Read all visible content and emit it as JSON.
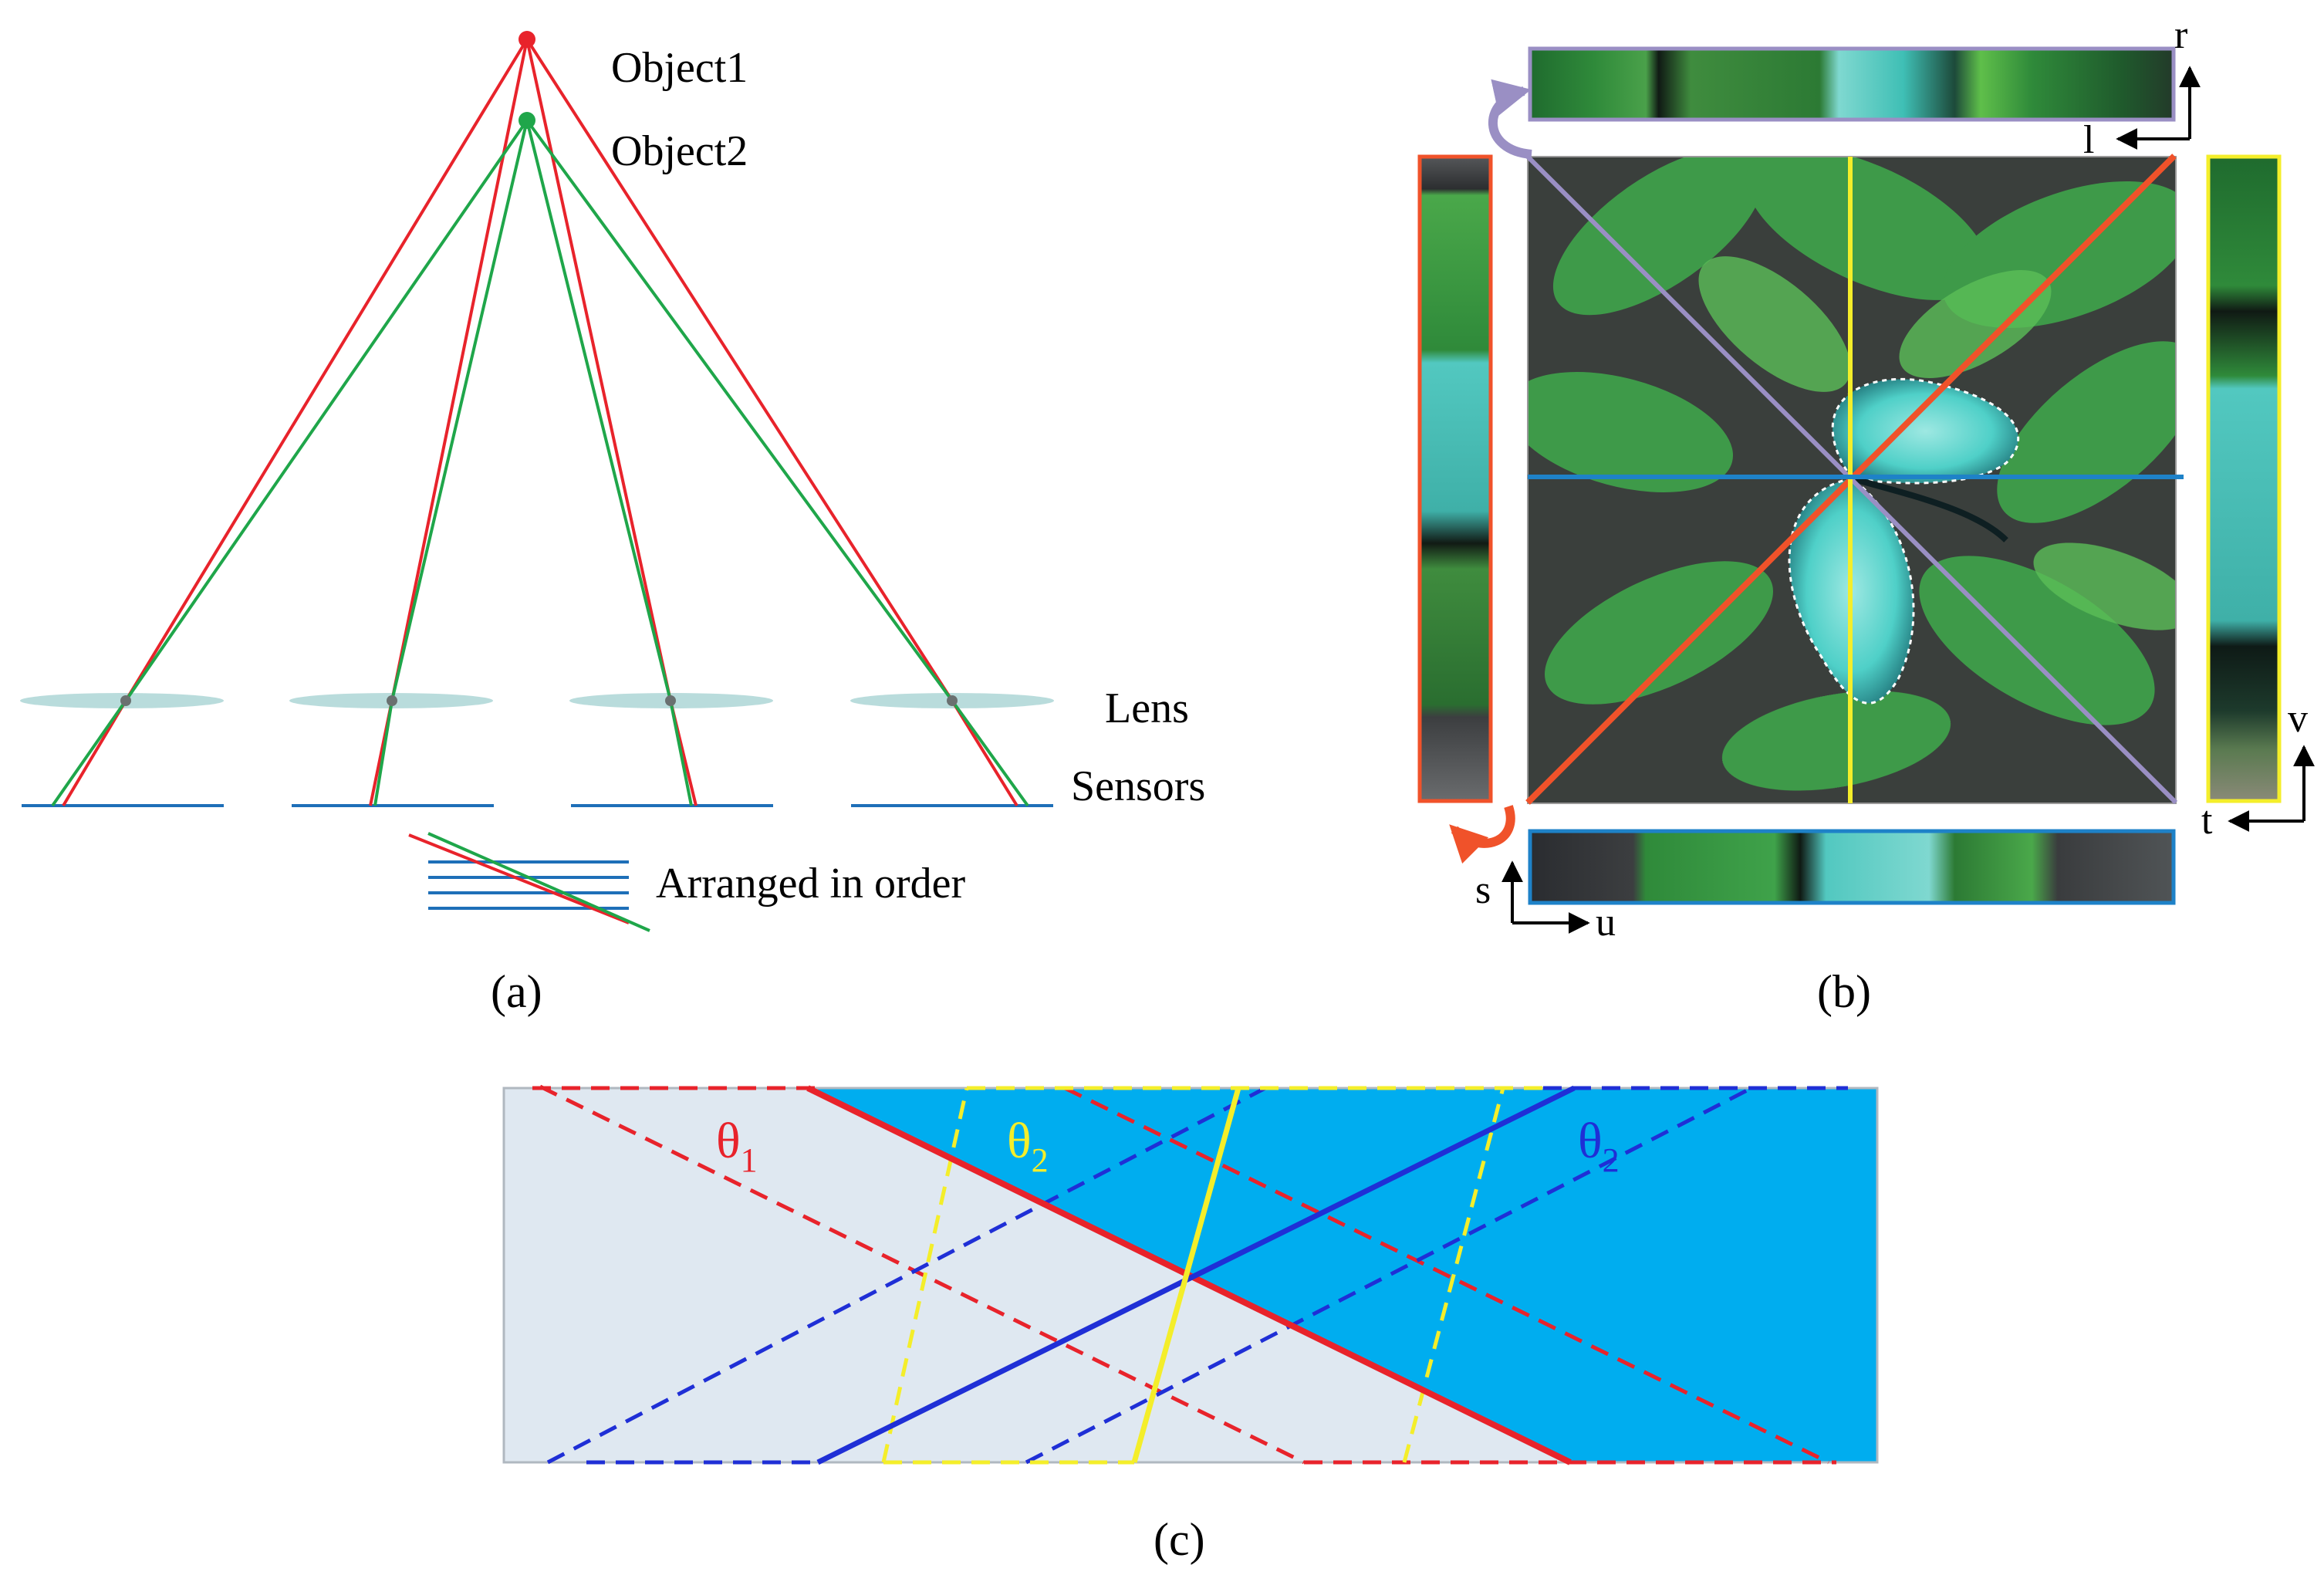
{
  "panel_a": {
    "caption": "(a)",
    "object1_label": "Object1",
    "object2_label": "Object2",
    "lens_label": "Lens",
    "sensors_label": "Sensors",
    "arranged_label": "Arranged in order",
    "colors": {
      "object1": "#e8232b",
      "object2": "#1fa64a",
      "lens": "#b9dcdc",
      "sensor": "#1e6fb8"
    }
  },
  "panel_b": {
    "caption": "(b)",
    "axis_top_r": "r",
    "axis_top_l": "l",
    "axis_right_v": "v",
    "axis_right_t": "t",
    "axis_bottom_s": "s",
    "axis_bottom_u": "u",
    "colors": {
      "diag_orange": "#f0522a",
      "diag_purple": "#9a8fc4",
      "vertical_yellow": "#f4ee2a",
      "horizontal_blue": "#1e82c8",
      "butterfly": "#4fd0c8"
    }
  },
  "panel_c": {
    "caption": "(c)",
    "theta1_symbol": "θ",
    "theta1_sub": "1",
    "theta2_yellow_symbol": "θ",
    "theta2_yellow_sub": "2",
    "theta2_blue_symbol": "θ",
    "theta2_blue_sub": "2",
    "colors": {
      "light_region": "#dfe8f1",
      "blue_region": "#00adef",
      "red": "#e8232b",
      "yellow": "#f4ee2a",
      "blue": "#1f2fd6"
    }
  }
}
